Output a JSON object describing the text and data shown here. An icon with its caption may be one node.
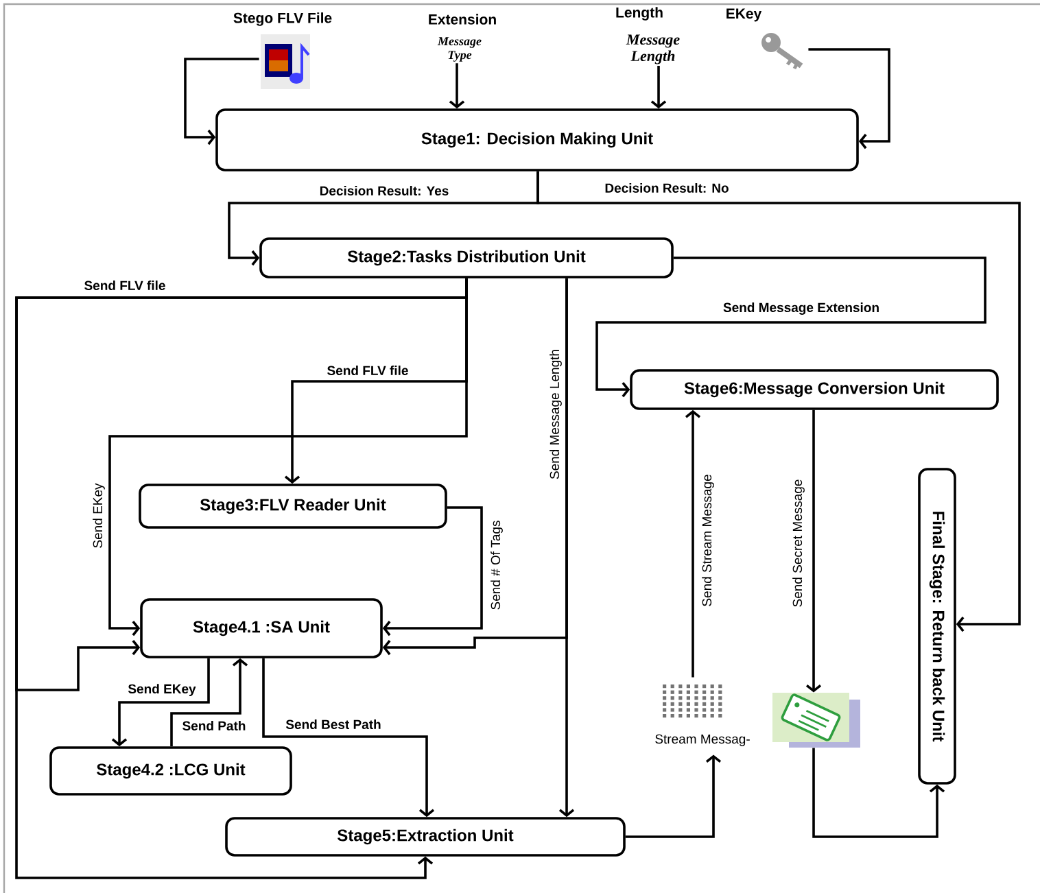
{
  "diagram": {
    "nodes": [
      {
        "text": [],
        "shape": "picture",
        "beside": [
          "Stego FLV File"
        ]
      },
      {
        "text": [
          "Extension",
          "Message Type"
        ]
      },
      {
        "text": [
          "Length",
          "Message Length"
        ]
      },
      {
        "text": [],
        "shape": "picture",
        "beside": [
          "EKey"
        ]
      },
      {
        "text": [
          "Stage1: Decision Making Unit"
        ]
      },
      {
        "text": [
          "Stage2:Tasks Distribution Unit"
        ]
      },
      {
        "text": [
          "Stage6:Message Conversion Unit"
        ]
      },
      {
        "text": [
          "Stage3:FLV Reader Unit"
        ]
      },
      {
        "text": [
          "Final Stage: Return back Unit"
        ]
      },
      {
        "text": [
          "Stage4.1 :SA Unit"
        ]
      },
      {
        "text": [
          "Stream Messag-"
        ]
      },
      {
        "text": [],
        "shape": "picture"
      },
      {
        "text": [
          "Stage4.2 :LCG Unit"
        ]
      },
      {
        "text": [
          "Stage5:Extraction Unit"
        ]
      }
    ],
    "edges": [
      {
        "from": 0,
        "to": 4,
        "arrow": "to"
      },
      {
        "from": 1,
        "to": 4,
        "arrow": "to"
      },
      {
        "from": 2,
        "to": 4,
        "arrow": "to"
      },
      {
        "from": 3,
        "to": 4,
        "arrow": "to"
      },
      {
        "from": 4,
        "to": 5,
        "arrow": "to",
        "label": "Decision Result: Yes"
      },
      {
        "from": 4,
        "to": 8,
        "arrow": "to",
        "label": "Decision Result: No"
      },
      {
        "from": 5,
        "to": 6,
        "arrow": "to",
        "label": "Send Message Extension"
      },
      {
        "from": 5,
        "to": 13,
        "arrow": "to",
        "label": "Send FLV file"
      },
      {
        "from": 5,
        "to": 9,
        "arrow": "to"
      },
      {
        "from": 5,
        "to": 7,
        "arrow": "to",
        "label": "Send FLV file"
      },
      {
        "from": 5,
        "to": 9,
        "arrow": "to",
        "label": "Send EKey"
      },
      {
        "from": 5,
        "to": 13,
        "arrow": "to",
        "label": "Send Message Length"
      },
      {
        "from": 5,
        "to": 9,
        "arrow": "to"
      },
      {
        "from": 7,
        "to": 9,
        "arrow": "to",
        "label": "Send # Of Tags"
      },
      {
        "from": 9,
        "to": 12,
        "arrow": "to",
        "label": "Send EKey"
      },
      {
        "from": 12,
        "to": 9,
        "arrow": "to",
        "label": "Send Path"
      },
      {
        "from": 9,
        "to": 13,
        "arrow": "to",
        "label": "Send Best Path"
      },
      {
        "from": 13,
        "to": 10,
        "arrow": "to"
      },
      {
        "from": 10,
        "to": 6,
        "arrow": "to",
        "label": "Send Stream Message"
      },
      {
        "from": 6,
        "to": 11,
        "arrow": "to",
        "label": "Send Secret Message"
      },
      {
        "from": 11,
        "to": 8,
        "arrow": "to"
      }
    ]
  }
}
